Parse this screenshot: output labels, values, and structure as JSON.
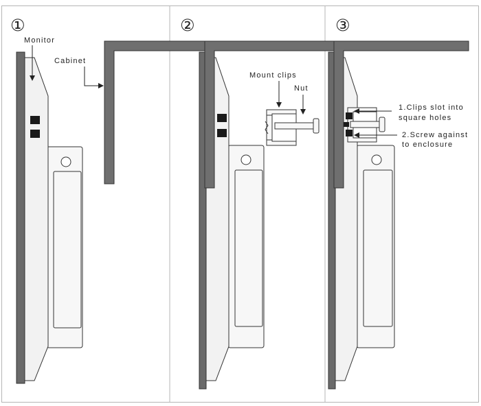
{
  "panels": [
    {
      "step": "①",
      "labels": {
        "monitor": "Monitor",
        "cabinet": "Cabinet"
      }
    },
    {
      "step": "②",
      "labels": {
        "mount_clips": "Mount clips",
        "nut": "Nut"
      }
    },
    {
      "step": "③",
      "labels": {
        "clips_line1": "1.Clips slot into",
        "clips_line2": "square holes",
        "screw_line1": "2.Screw against",
        "screw_line2": "to enclosure"
      }
    }
  ],
  "colors": {
    "cabinet": "#6f6f6f",
    "monitor_bezel": "#6a6a6a",
    "monitor_body": "#f2f2f2",
    "outline": "#333333",
    "square_hole": "#1a1a1a"
  }
}
